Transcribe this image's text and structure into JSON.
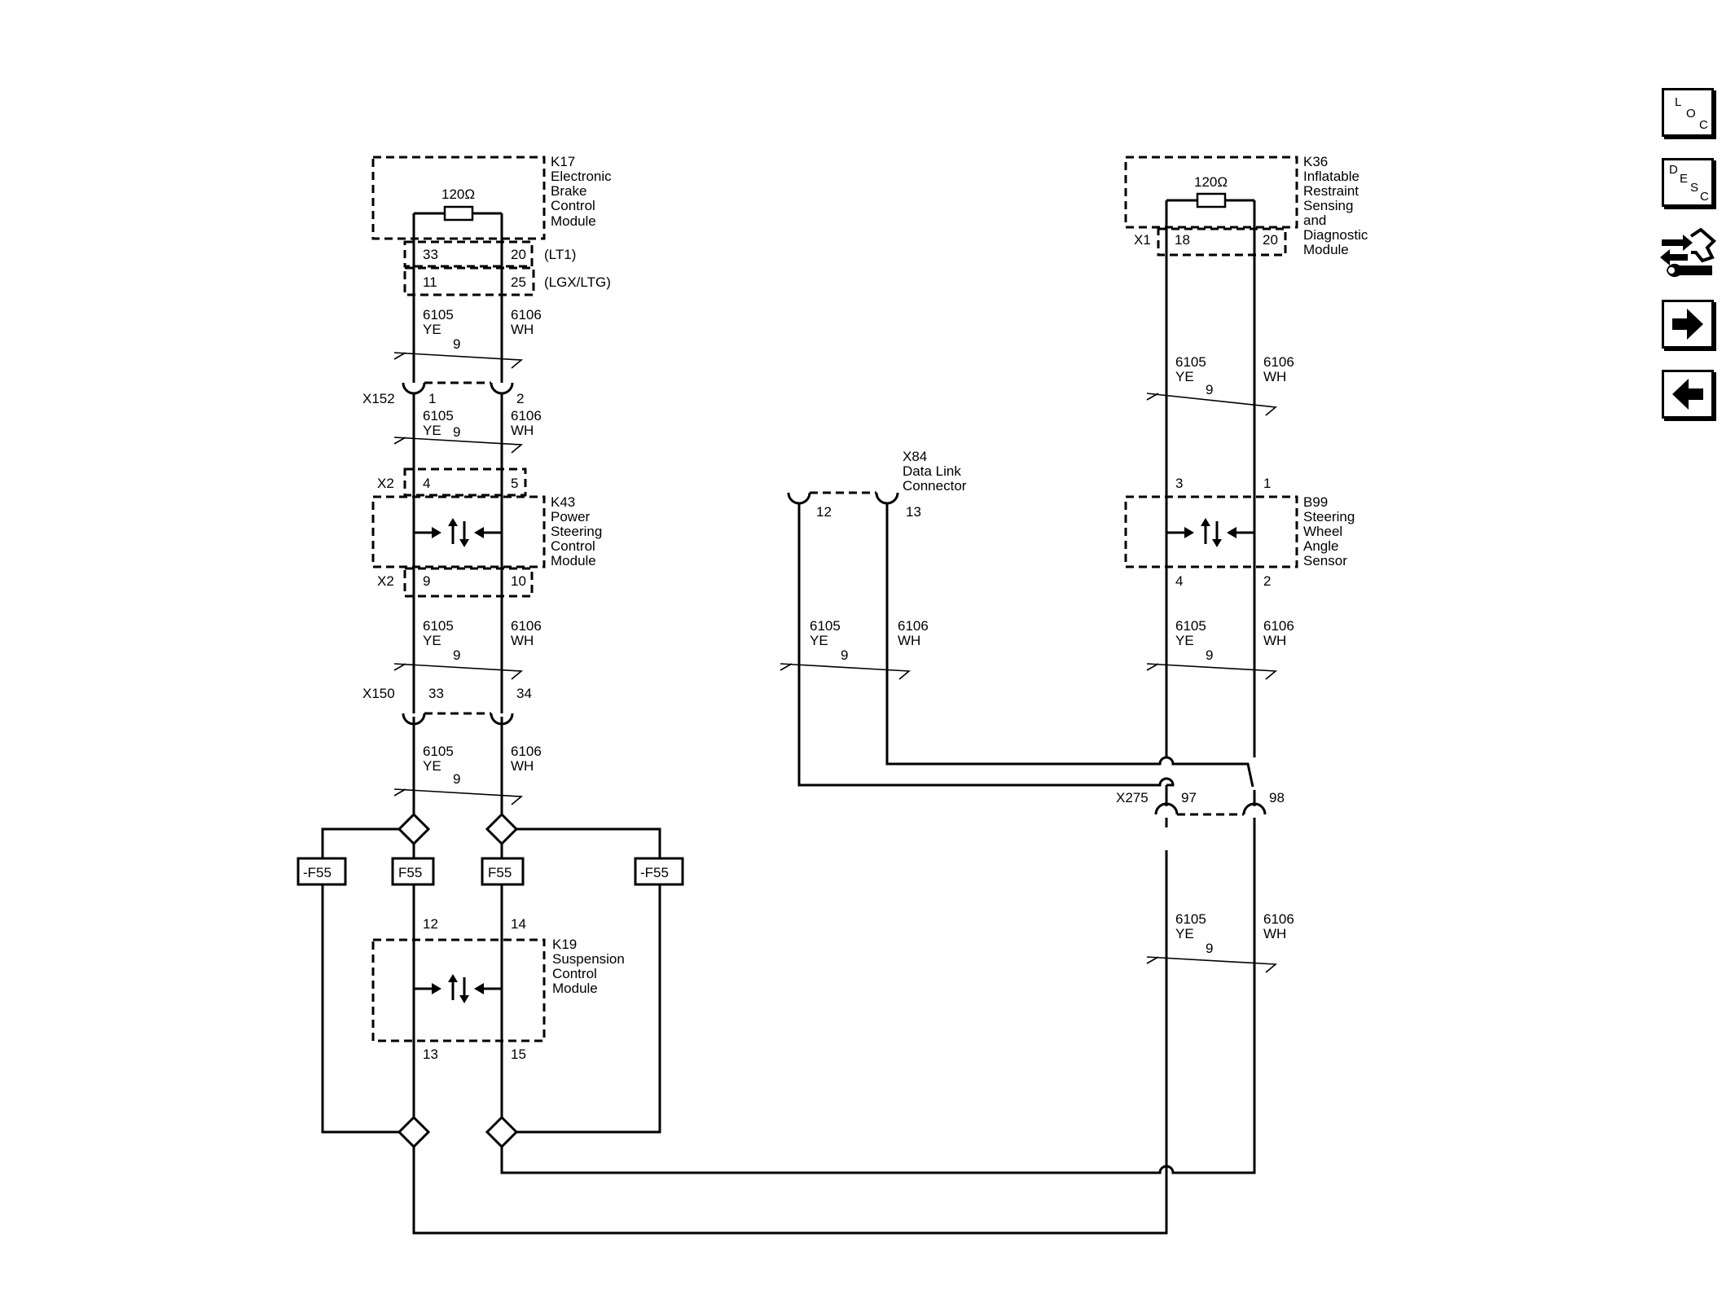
{
  "k17": {
    "id": "K17",
    "name": [
      "Electronic",
      "Brake",
      "Control",
      "Module"
    ],
    "resistor": "120Ω",
    "pins_lt1": [
      "33",
      "20"
    ],
    "variant_lt1": "(LT1)",
    "pins_lgx": [
      "11",
      "25"
    ],
    "variant_lgx": "(LGX/LTG)"
  },
  "k36": {
    "id": "K36",
    "name": [
      "Inflatable",
      "Restraint",
      "Sensing",
      "and",
      "Diagnostic",
      "Module"
    ],
    "resistor": "120Ω",
    "connector": "X1",
    "pins": [
      "18",
      "20"
    ]
  },
  "k43": {
    "id": "K43",
    "name": [
      "Power",
      "Steering",
      "Control",
      "Module"
    ],
    "conn_top": "X2",
    "conn_bottom": "X2",
    "pins_top": [
      "4",
      "5"
    ],
    "pins_bottom": [
      "9",
      "10"
    ]
  },
  "k19": {
    "id": "K19",
    "name": [
      "Suspension",
      "Control",
      "Module"
    ],
    "pins_top": [
      "12",
      "14"
    ],
    "pins_bottom": [
      "13",
      "15"
    ]
  },
  "b99": {
    "id": "B99",
    "name": [
      "Steering",
      "Wheel",
      "Angle",
      "Sensor"
    ],
    "pins_top": [
      "3",
      "1"
    ],
    "pins_bottom": [
      "4",
      "2"
    ]
  },
  "x84": {
    "id": "X84",
    "name": [
      "Data Link",
      "Connector"
    ],
    "pins": [
      "12",
      "13"
    ]
  },
  "x152": {
    "id": "X152",
    "pins": [
      "1",
      "2"
    ]
  },
  "x150": {
    "id": "X150",
    "pins": [
      "33",
      "34"
    ]
  },
  "x275": {
    "id": "X275",
    "pins": [
      "97",
      "98"
    ]
  },
  "wire_low": {
    "circuit": "6105",
    "color": "YE"
  },
  "wire_high": {
    "circuit": "6106",
    "color": "WH"
  },
  "twist": "9",
  "options": {
    "f55": "F55",
    "not_f55": "-F55"
  },
  "nav": {
    "loc": [
      "L",
      "O",
      "C"
    ],
    "desc": [
      "D",
      "E",
      "S",
      "C"
    ],
    "tool_icon": "connector-wrench-icon",
    "next_icon": "arrow-right-icon",
    "prev_icon": "arrow-left-icon"
  }
}
